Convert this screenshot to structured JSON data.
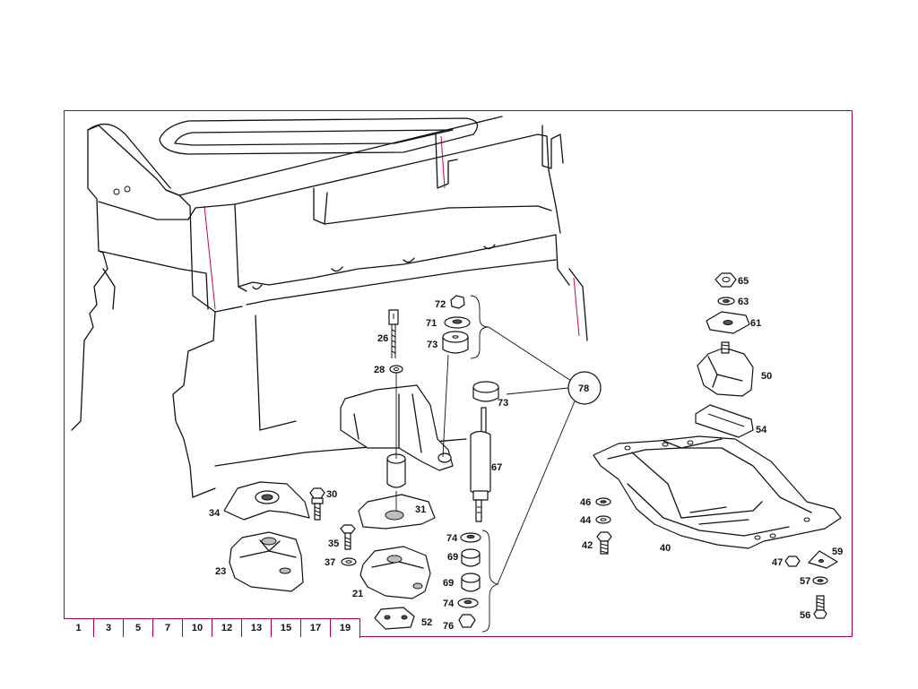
{
  "callouts": [
    {
      "id": "c72",
      "text": "72"
    },
    {
      "id": "c71",
      "text": "71"
    },
    {
      "id": "c73a",
      "text": "73"
    },
    {
      "id": "c26",
      "text": "26"
    },
    {
      "id": "c28",
      "text": "28"
    },
    {
      "id": "c73b",
      "text": "73"
    },
    {
      "id": "c78",
      "text": "78"
    },
    {
      "id": "c67",
      "text": "67"
    },
    {
      "id": "c30",
      "text": "30"
    },
    {
      "id": "c34",
      "text": "34"
    },
    {
      "id": "c31",
      "text": "31"
    },
    {
      "id": "c35",
      "text": "35"
    },
    {
      "id": "c37",
      "text": "37"
    },
    {
      "id": "c23",
      "text": "23"
    },
    {
      "id": "c21",
      "text": "21"
    },
    {
      "id": "c52",
      "text": "52"
    },
    {
      "id": "c74a",
      "text": "74"
    },
    {
      "id": "c69a",
      "text": "69"
    },
    {
      "id": "c69b",
      "text": "69"
    },
    {
      "id": "c74b",
      "text": "74"
    },
    {
      "id": "c76",
      "text": "76"
    },
    {
      "id": "c65",
      "text": "65"
    },
    {
      "id": "c63",
      "text": "63"
    },
    {
      "id": "c61",
      "text": "61"
    },
    {
      "id": "c50",
      "text": "50"
    },
    {
      "id": "c54",
      "text": "54"
    },
    {
      "id": "c46",
      "text": "46"
    },
    {
      "id": "c44",
      "text": "44"
    },
    {
      "id": "c42",
      "text": "42"
    },
    {
      "id": "c40",
      "text": "40"
    },
    {
      "id": "c47",
      "text": "47"
    },
    {
      "id": "c59",
      "text": "59"
    },
    {
      "id": "c57",
      "text": "57"
    },
    {
      "id": "c56",
      "text": "56"
    }
  ],
  "tabs": [
    "1",
    "3",
    "5",
    "7",
    "10",
    "12",
    "13",
    "15",
    "17",
    "19"
  ],
  "colors": {
    "frame": "#b3003b",
    "line": "#111111",
    "accent": "#c8003c"
  }
}
